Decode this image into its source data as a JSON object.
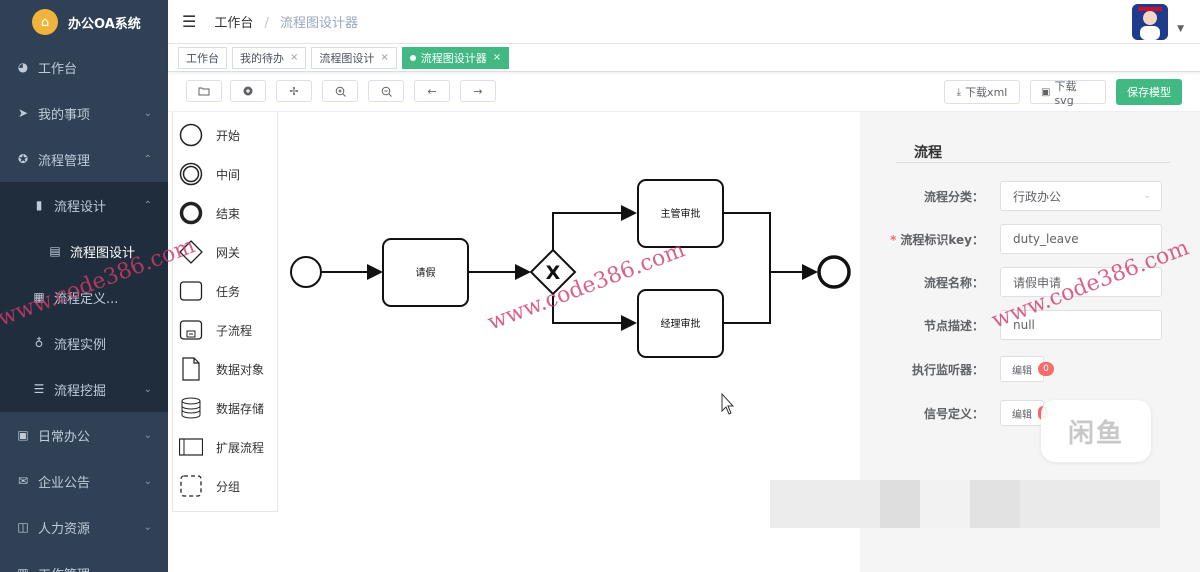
{
  "app": {
    "title": "办公OA系统",
    "logo_icon": "temple-logo"
  },
  "sidebar": {
    "items": [
      {
        "label": "工作台",
        "icon": "dashboard-icon",
        "has_children": false
      },
      {
        "label": "我的事项",
        "icon": "send-icon",
        "has_children": true
      },
      {
        "label": "流程管理",
        "icon": "process-icon",
        "has_children": true,
        "expanded": true,
        "children": [
          {
            "label": "流程设计",
            "icon": "bar-chart-icon",
            "has_children": true,
            "expanded": true,
            "children": [
              {
                "label": "流程图设计",
                "icon": "document-icon"
              }
            ]
          },
          {
            "label": "流程定义...",
            "icon": "definition-icon"
          },
          {
            "label": "流程实例",
            "icon": "instance-icon"
          },
          {
            "label": "流程挖掘",
            "icon": "list-icon",
            "has_children": true
          }
        ]
      },
      {
        "label": "日常办公",
        "icon": "calendar-icon",
        "has_children": true
      },
      {
        "label": "企业公告",
        "icon": "mail-icon",
        "has_children": true
      },
      {
        "label": "人力资源",
        "icon": "book-icon",
        "has_children": true
      },
      {
        "label": "工作管理",
        "icon": "work-icon",
        "has_children": true
      }
    ]
  },
  "header": {
    "breadcrumb": [
      "工作台",
      "流程图设计器"
    ]
  },
  "tabs": [
    {
      "label": "工作台",
      "closable": false,
      "active": false
    },
    {
      "label": "我的待办",
      "closable": true,
      "active": false
    },
    {
      "label": "流程图设计",
      "closable": true,
      "active": false
    },
    {
      "label": "流程图设计器",
      "closable": true,
      "active": true
    }
  ],
  "toolbar": {
    "download_xml": "下载xml",
    "download_svg": "下载svg",
    "save_model": "保存模型"
  },
  "palette": [
    {
      "label": "开始",
      "shape": "start-event"
    },
    {
      "label": "中间",
      "shape": "intermediate-event"
    },
    {
      "label": "结束",
      "shape": "end-event"
    },
    {
      "label": "网关",
      "shape": "gateway"
    },
    {
      "label": "任务",
      "shape": "task"
    },
    {
      "label": "子流程",
      "shape": "subprocess"
    },
    {
      "label": "数据对象",
      "shape": "data-object"
    },
    {
      "label": "数据存储",
      "shape": "data-store"
    },
    {
      "label": "扩展流程",
      "shape": "pool"
    },
    {
      "label": "分组",
      "shape": "group"
    }
  ],
  "diagram": {
    "tasks": {
      "leave_request": "请假",
      "supervisor_approval": "主管审批",
      "manager_approval": "经理审批"
    },
    "gateway_symbol": "X"
  },
  "properties": {
    "title": "流程",
    "category": {
      "label": "流程分类：",
      "value": "行政办公"
    },
    "key": {
      "label": "流程标识key：",
      "required_mark": "*",
      "value": "duty_leave"
    },
    "name": {
      "label": "流程名称：",
      "value": "请假申请"
    },
    "description": {
      "label": "节点描述：",
      "value": "null"
    },
    "listeners": {
      "label": "执行监听器：",
      "button": "编辑",
      "count": "0"
    },
    "signals": {
      "label": "信号定义：",
      "button": "编辑"
    }
  },
  "watermark": {
    "text": "www.code386.com",
    "badge": "闲鱼"
  },
  "colors": {
    "sidebar_bg": "#304156",
    "accent": "#42b983",
    "danger": "#f56c6c"
  }
}
